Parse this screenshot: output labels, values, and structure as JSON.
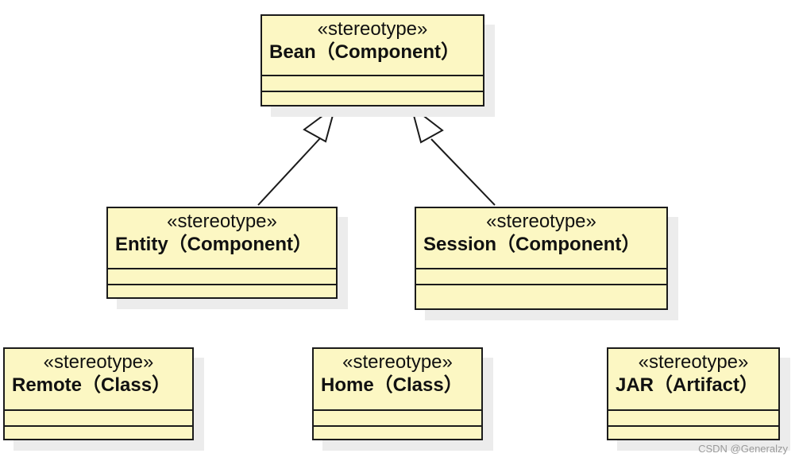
{
  "diagram": {
    "classes": [
      {
        "id": "bean",
        "stereotype": "«stereotype»",
        "name": "Bean（Component）"
      },
      {
        "id": "entity",
        "stereotype": "«stereotype»",
        "name": "Entity（Component）"
      },
      {
        "id": "session",
        "stereotype": "«stereotype»",
        "name": "Session（Component）"
      },
      {
        "id": "remote",
        "stereotype": "«stereotype»",
        "name": "Remote（Class）"
      },
      {
        "id": "home",
        "stereotype": "«stereotype»",
        "name": "Home（Class）"
      },
      {
        "id": "jar",
        "stereotype": "«stereotype»",
        "name": "JAR（Artifact）"
      }
    ],
    "relations": [
      {
        "type": "generalization",
        "from": "entity",
        "to": "bean"
      },
      {
        "type": "generalization",
        "from": "session",
        "to": "bean"
      }
    ]
  },
  "watermark": "CSDN @Generalzy"
}
